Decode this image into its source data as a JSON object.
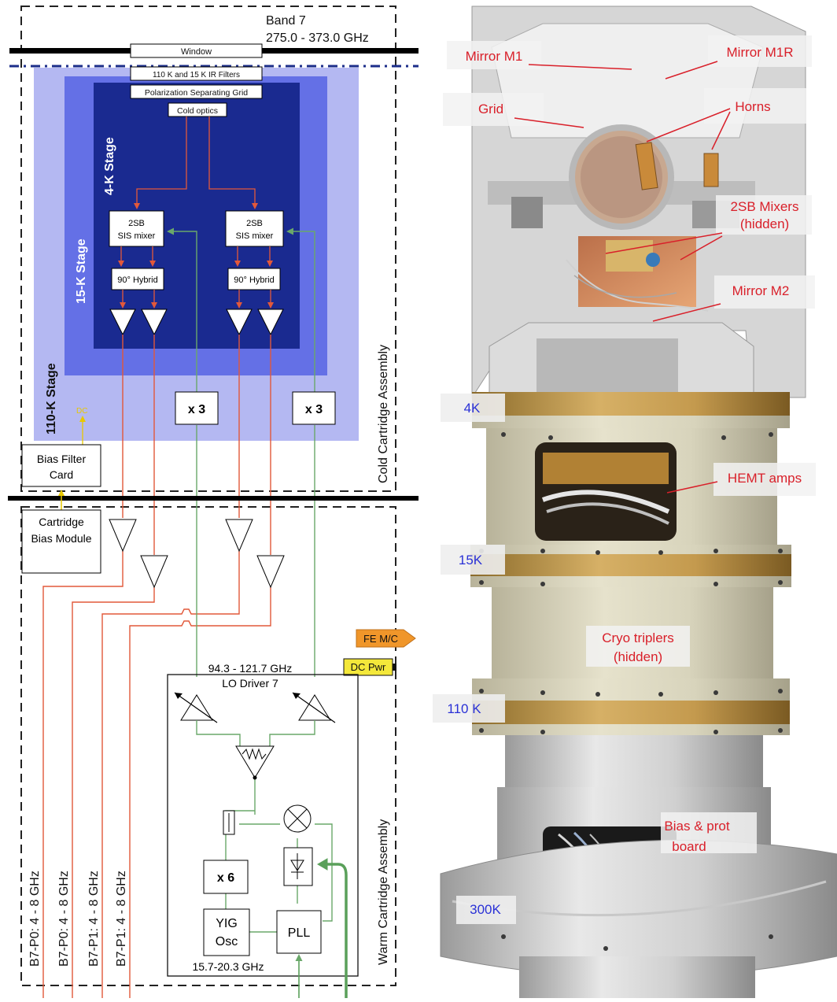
{
  "diagram": {
    "band_title": "Band 7",
    "band_range": "275.0 - 373.0 GHz",
    "window": "Window",
    "filters": "110 K and 15 K IR Filters",
    "grid": "Polarization Separating Grid",
    "cold_optics": "Cold optics",
    "stage_4k": "4-K Stage",
    "stage_15k": "15-K Stage",
    "stage_110k": "110-K Stage",
    "mixer_line1": "2SB",
    "mixer_line2": "SIS mixer",
    "hybrid": "90° Hybrid",
    "tripler": "x 3",
    "dc": "DC",
    "bias_filter_line1": "Bias Filter",
    "bias_filter_line2": "Card",
    "cold_assembly": "Cold Cartridge Assembly",
    "bias_module_line1": "Cartridge",
    "bias_module_line2": "Bias Module",
    "fe_mc": "FE M/C",
    "dc_pwr": "DC Pwr",
    "lo_freq": "94.3 - 121.7 GHz",
    "lo_driver": "LO Driver 7",
    "mult6": "x 6",
    "yig_line1": "YIG",
    "yig_line2": "Osc",
    "pll": "PLL",
    "yig_freq": "15.7-20.3 GHz",
    "warm_assembly": "Warm Cartridge Assembly",
    "if_outputs": [
      "B7-P0: 4 - 8 GHz",
      "B7-P0: 4 - 8 GHz",
      "B7-P1: 4 - 8 GHz",
      "B7-P1: 4 - 8 GHz"
    ]
  },
  "photo": {
    "labels": {
      "mirror_m1": "Mirror M1",
      "mirror_m1r": "Mirror M1R",
      "grid": "Grid",
      "horns": "Horns",
      "mixers_line1": "2SB Mixers",
      "mixers_line2": "(hidden)",
      "mirror_m2": "Mirror M2",
      "hemt": "HEMT amps",
      "triplers_line1": "Cryo triplers",
      "triplers_line2": "(hidden)",
      "bias_line1": "Bias & prot",
      "bias_line2": "board"
    },
    "temps": [
      "4K",
      "15K",
      "110 K",
      "300K"
    ]
  },
  "colors": {
    "if_line": "#e2583a",
    "lo_line": "#6aa86a",
    "stage_110k": "#b4b8f2",
    "stage_15k": "#6470e6",
    "stage_4k": "#1a2a90",
    "label_red": "#d9202a",
    "temp_blue": "#2a31d6",
    "fe_mc": "#f0962a",
    "dc_pwr": "#f4e83a"
  }
}
